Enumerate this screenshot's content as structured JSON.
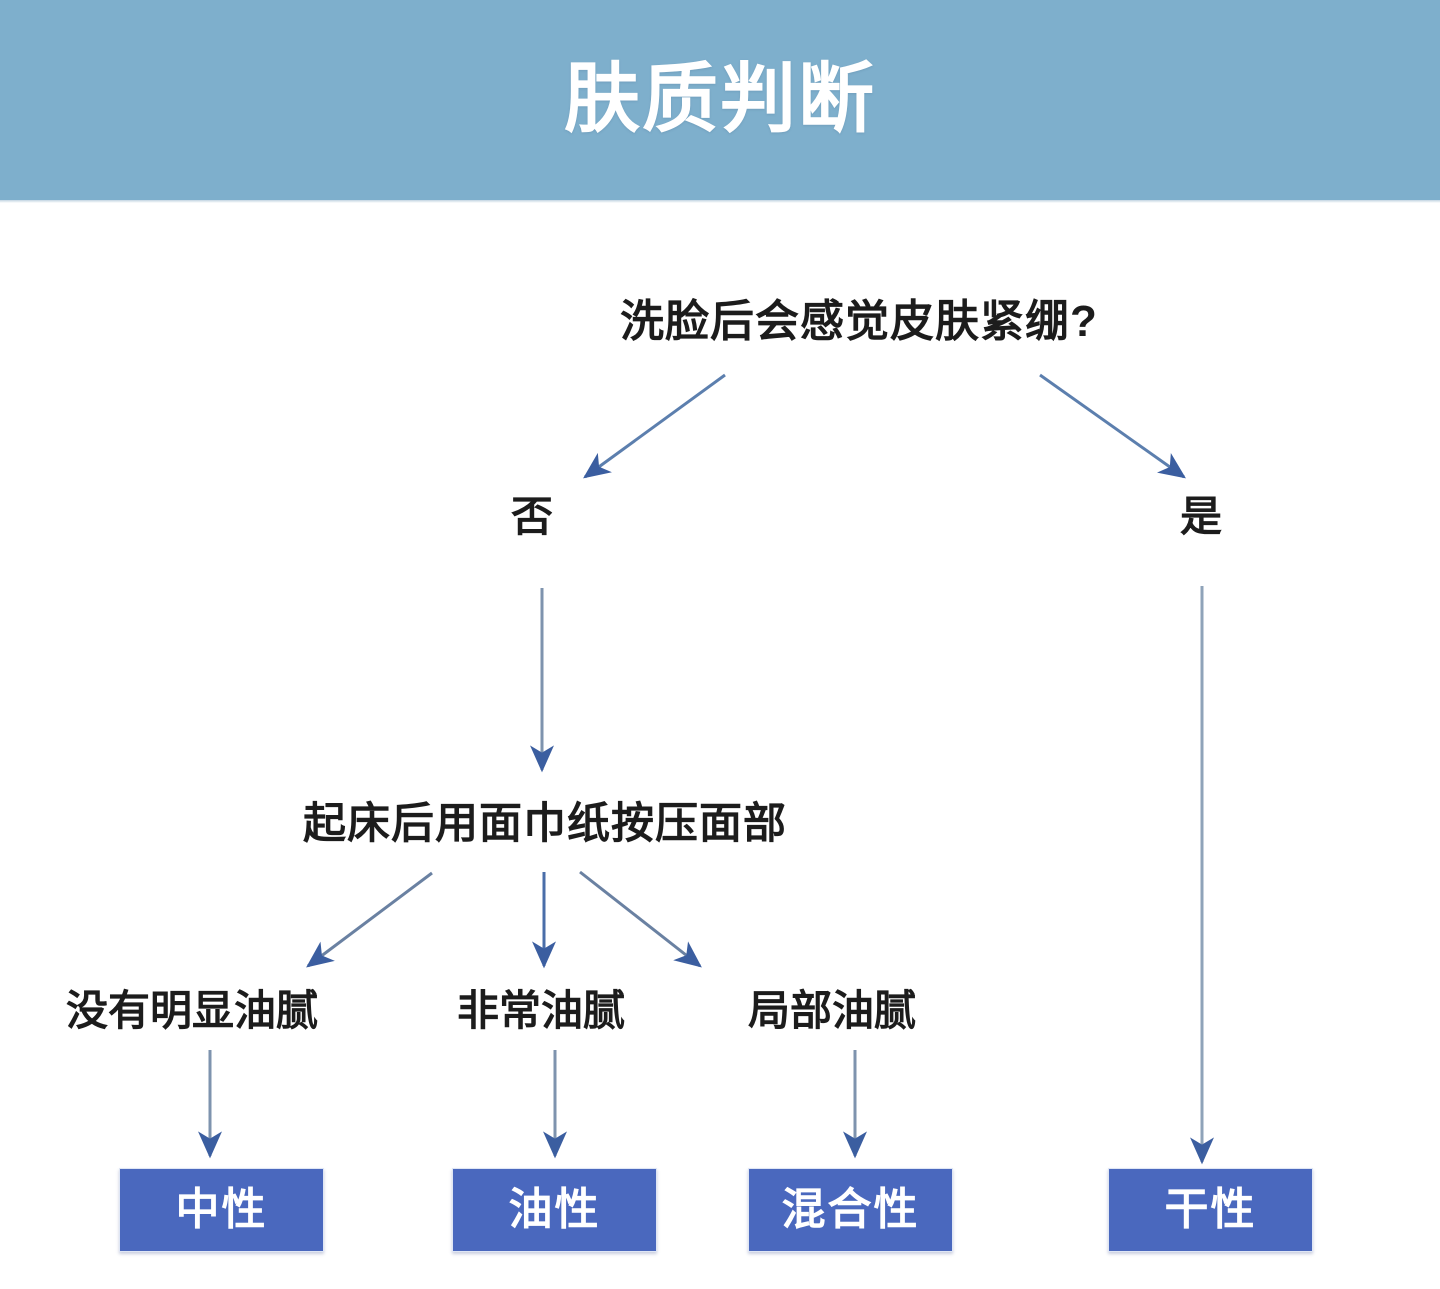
{
  "header": {
    "title": "肤质判断",
    "background_color": "#7EAFCC",
    "text_color": "#FFFFFF"
  },
  "theme": {
    "arrow_color": "#4A6EA9",
    "arrowhead_color": "#3B5EA0",
    "result_box_fill": "#4A68BE",
    "result_box_text": "#FFFFFF",
    "node_text_color": "#1C1C1C",
    "page_background": "#FFFFFF"
  },
  "flowchart": {
    "type": "decision-tree",
    "root": {
      "id": "q-tightness",
      "label": "洗脸后会感觉皮肤紧绷?"
    },
    "branch_labels": [
      {
        "id": "branch-no",
        "label": "否",
        "from": "q-tightness"
      },
      {
        "id": "branch-yes",
        "label": "是",
        "from": "q-tightness"
      }
    ],
    "step": {
      "id": "q-tissue-test",
      "label": "起床后用面巾纸按压面部",
      "from": "branch-no"
    },
    "oil_options": [
      {
        "id": "oil-none",
        "label": "没有明显油腻",
        "from": "q-tissue-test",
        "result": "中性"
      },
      {
        "id": "oil-heavy",
        "label": "非常油腻",
        "from": "q-tissue-test",
        "result": "油性"
      },
      {
        "id": "oil-part",
        "label": "局部油腻",
        "from": "q-tissue-test",
        "result": "混合性"
      }
    ],
    "results": [
      {
        "id": "result-neutral",
        "label": "中性",
        "from": "oil-none"
      },
      {
        "id": "result-oily",
        "label": "油性",
        "from": "oil-heavy"
      },
      {
        "id": "result-combo",
        "label": "混合性",
        "from": "oil-part"
      },
      {
        "id": "result-dry",
        "label": "干性",
        "from": "branch-yes"
      }
    ]
  }
}
